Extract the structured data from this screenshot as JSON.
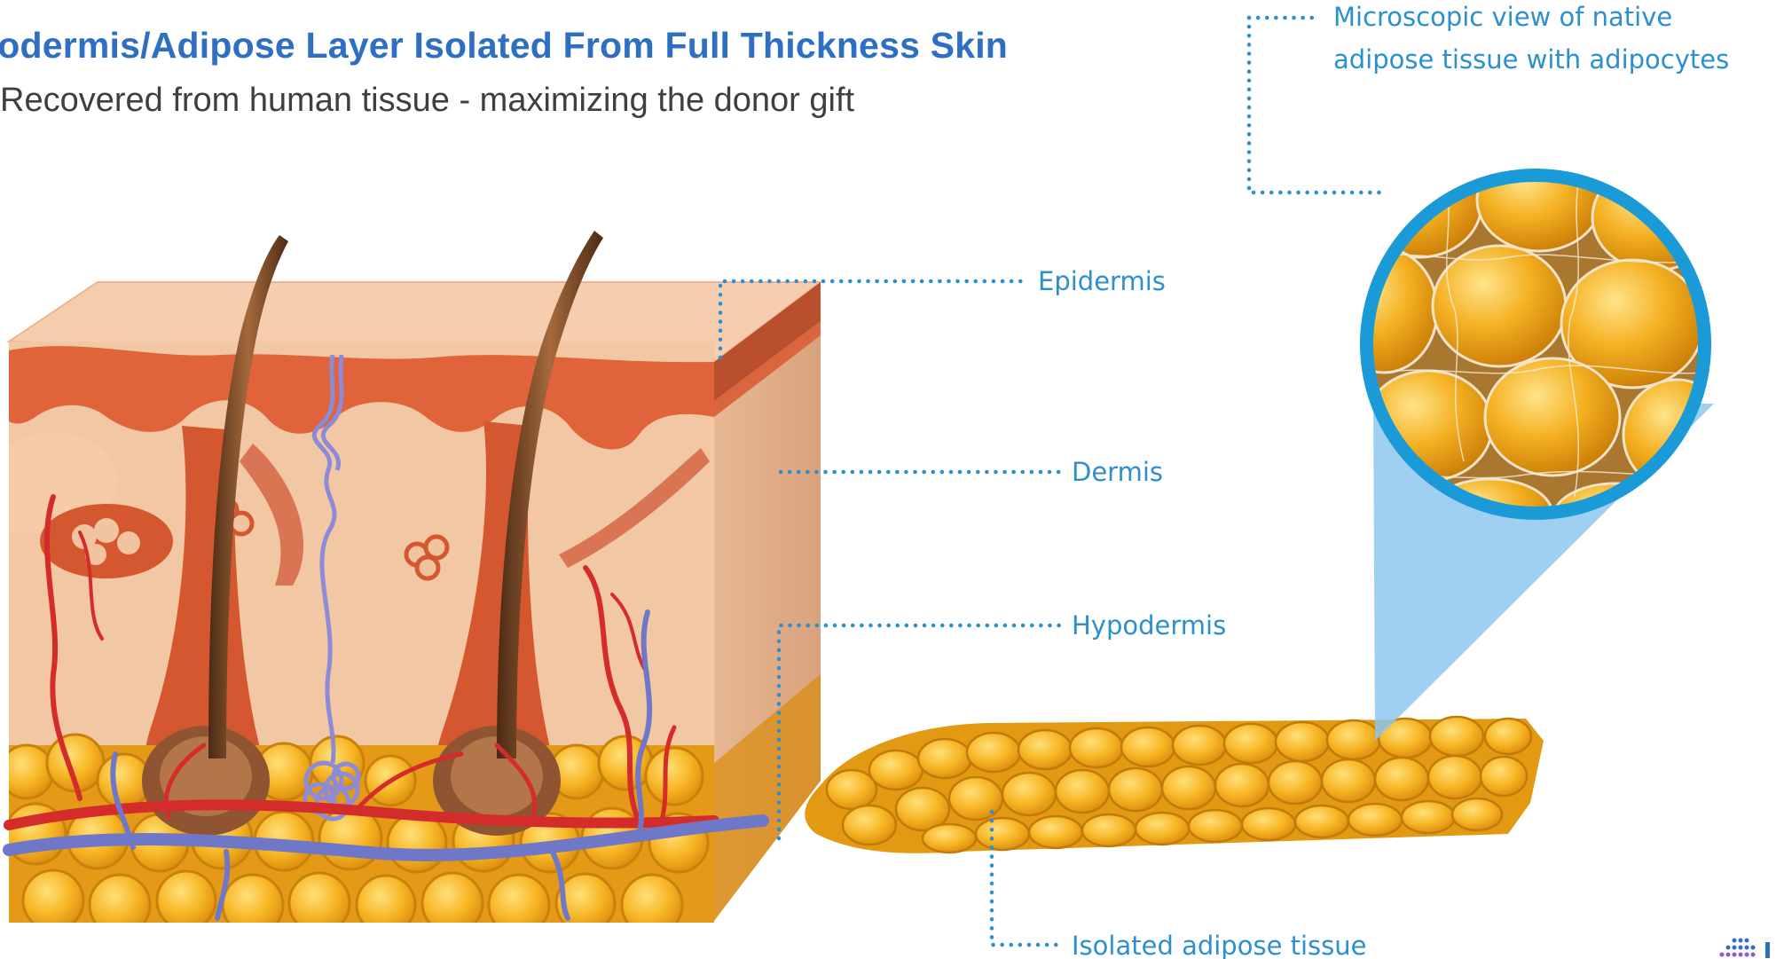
{
  "header": {
    "title": "podermis/Adipose Layer Isolated From Full Thickness Skin",
    "subtitle": "Recovered from human tissue - maximizing the donor gift"
  },
  "labels": {
    "epidermis": "Epidermis",
    "dermis": "Dermis",
    "hypodermis": "Hypodermis",
    "isolated": "Isolated adipose tissue",
    "microscopic_line1": "Microscopic view of native",
    "microscopic_line2": "adipose tissue with adipocytes"
  },
  "colors": {
    "accent_blue": "#2e6fc4",
    "label_blue": "#2c8fcf",
    "fat_yellow": "#f5ad1b",
    "skin_pink": "#f3c8a6",
    "dermis_red": "#e0653b",
    "artery_red": "#d42b2b",
    "vein_purple": "#7f86cc"
  }
}
